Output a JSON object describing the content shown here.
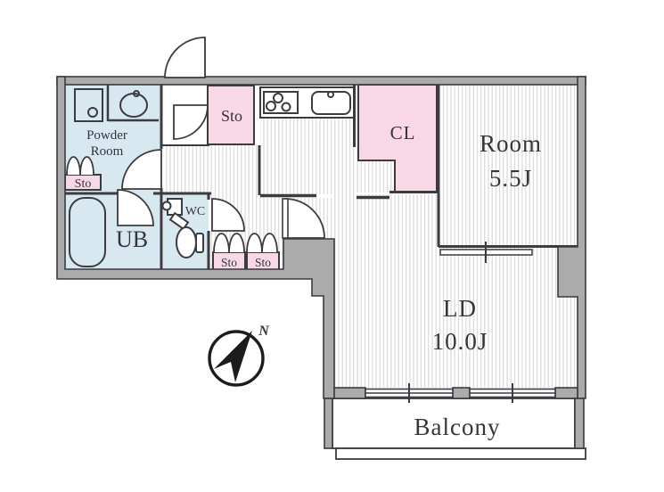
{
  "plan": {
    "rooms": {
      "powder_room": {
        "line1": "Powder",
        "line2": "Room"
      },
      "sto_powder": {
        "label": "Sto"
      },
      "ub": {
        "label": "UB"
      },
      "wc": {
        "label": "WC"
      },
      "sto_entry": {
        "label": "Sto"
      },
      "sto_hall_1": {
        "label": "Sto"
      },
      "sto_hall_2": {
        "label": "Sto"
      },
      "cl": {
        "label": "CL"
      },
      "room": {
        "label": "Room",
        "size": "5.5J"
      },
      "ld": {
        "label": "LD",
        "size": "10.0J"
      },
      "balcony": {
        "label": "Balcony"
      }
    },
    "compass": {
      "north_label": "N"
    },
    "colors": {
      "wall_fill": "#ababab",
      "outline": "#3b3b40",
      "wet_area_fill": "#d7e8f1",
      "storage_fill": "#f8d8e4",
      "hatch_line": "#d9d9d9",
      "background": "#ffffff"
    }
  }
}
